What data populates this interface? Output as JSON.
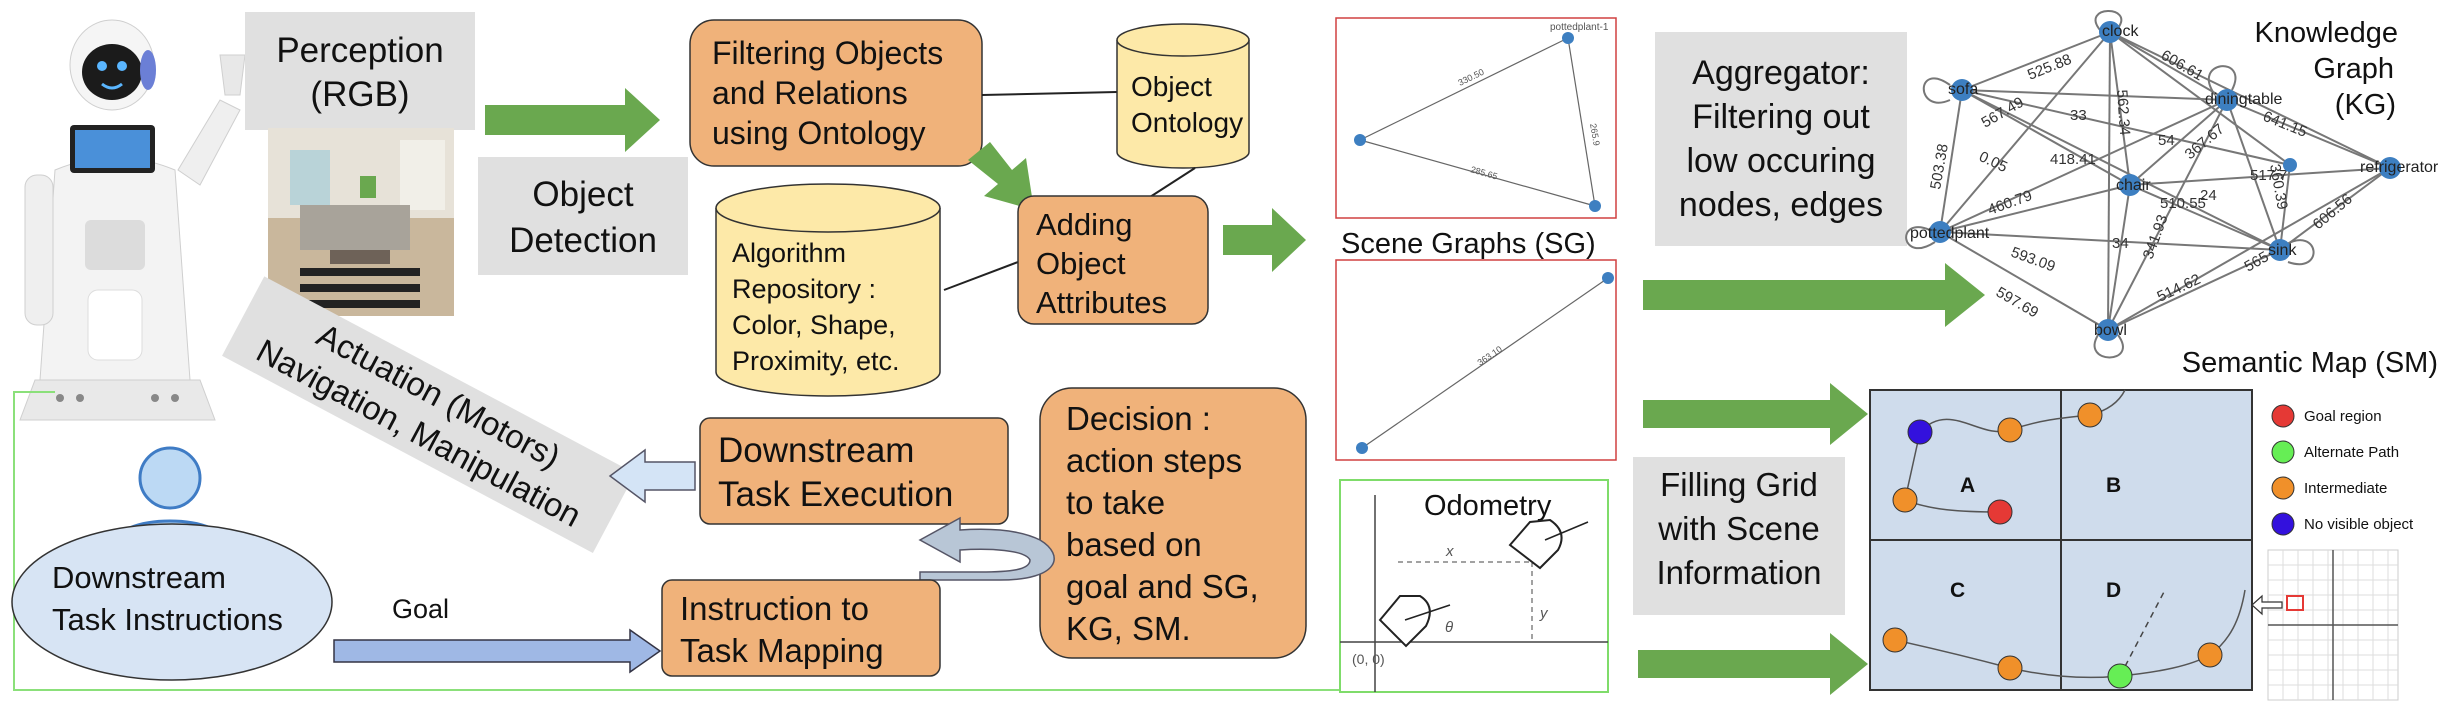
{
  "perception": {
    "line1": "Perception",
    "line2": "(RGB)"
  },
  "object_detection": {
    "line1": "Object",
    "line2": "Detection"
  },
  "filtering": {
    "line1": "Filtering Objects",
    "line2": "and Relations",
    "line3": "using Ontology"
  },
  "ontology": {
    "line1": "Object",
    "line2": "Ontology"
  },
  "algorithm_repo": {
    "line1": "Algorithm",
    "line2": "Repository :",
    "line3": "Color, Shape,",
    "line4": "Proximity, etc."
  },
  "attributes": {
    "line1": "Adding",
    "line2": "Object",
    "line3": "Attributes"
  },
  "scene_graphs": {
    "label": "Scene Graphs (SG)",
    "graph1": {
      "nodes": [
        "pottedplant-1",
        "",
        ""
      ],
      "edges": [
        "330.50",
        "265.9",
        "285.65"
      ]
    },
    "graph2": {
      "edges": [
        "363.10"
      ]
    }
  },
  "aggregator": {
    "line1": "Aggregator:",
    "line2": "Filtering out",
    "line3": "low occuring",
    "line4": "nodes, edges"
  },
  "knowledge_graph": {
    "line1": "Knowledge",
    "line2": "Graph",
    "line3": "(KG)"
  },
  "semantic_map": {
    "label": "Semantic Map (SM)",
    "nodes": [
      "clock",
      "sofa",
      "diningtable",
      "refrigerator",
      "chair",
      "pottedplant",
      "sink",
      "bowl"
    ],
    "edge_labels": [
      "525.88",
      "606.61",
      "33",
      "567.49",
      "562.34",
      "641.15",
      "0.05",
      "418.41",
      "54",
      "367.67",
      "460.79",
      "517.7",
      "510.55",
      "360.39",
      "503.38",
      "24",
      "34",
      "593.09",
      "341.93",
      "606.56",
      "565",
      "597.69",
      "514.62"
    ]
  },
  "actuation": {
    "line1": "Actuation (Motors)",
    "line2": "Navigation, Manipulation"
  },
  "downstream_exec": {
    "line1": "Downstream",
    "line2": "Task Execution"
  },
  "decision": {
    "line1": "Decision :",
    "line2": "action steps",
    "line3": "to take",
    "line4": "based on",
    "line5": "goal and SG,",
    "line6": "KG, SM."
  },
  "instructions": {
    "line1": "Downstream",
    "line2": "Task Instructions"
  },
  "goal_label": "Goal",
  "instruction_mapping": {
    "line1": "Instruction to",
    "line2": "Task Mapping"
  },
  "odometry": {
    "label": "Odometry",
    "theta": "θ",
    "x": "x",
    "y": "y",
    "origin": "(0, 0)"
  },
  "filling_grid": {
    "line1": "Filling Grid",
    "line2": "with Scene",
    "line3": "Information"
  },
  "grid": {
    "cells": [
      "A",
      "B",
      "C",
      "D"
    ]
  },
  "grid_legend": {
    "items": [
      {
        "label": "Goal region",
        "color": "#e53935"
      },
      {
        "label": "Alternate Path",
        "color": "#66ee55"
      },
      {
        "label": "Intermediate",
        "color": "#f0902a"
      },
      {
        "label": "No visible object",
        "color": "#3311dd"
      }
    ]
  },
  "colors": {
    "orange_box": "#f0b27a",
    "yellow_cyl": "#fde9a8",
    "grey_box": "#e0e0e0",
    "green_arrow": "#6aa84f",
    "grid_fill": "#cfdcec",
    "node_blue": "#3d7fc1"
  }
}
